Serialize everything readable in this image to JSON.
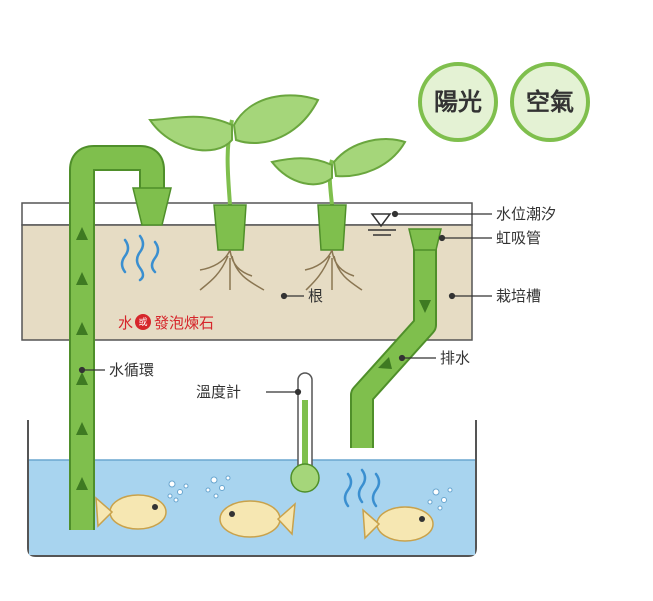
{
  "circles": {
    "sunlight": "陽光",
    "air": "空氣"
  },
  "labels": {
    "water_level_tide": "水位潮汐",
    "siphon_tube": "虹吸管",
    "grow_bed": "栽培槽",
    "roots": "根",
    "drain": "排水",
    "water_circulation": "水循環",
    "thermometer": "溫度計"
  },
  "media": {
    "prefix": "水",
    "or_badge": "或",
    "suffix": "發泡煉石"
  },
  "colors": {
    "pipe_green": "#7fbf4d",
    "pipe_dark": "#4f8f2a",
    "leaf_green": "#a5d67a",
    "grow_bed": "#e6dcc4",
    "water": "#a8d4ef",
    "circle_bg": "#e4f2d4",
    "accent_red": "#d6262b",
    "fish": "#f6e7b2"
  }
}
